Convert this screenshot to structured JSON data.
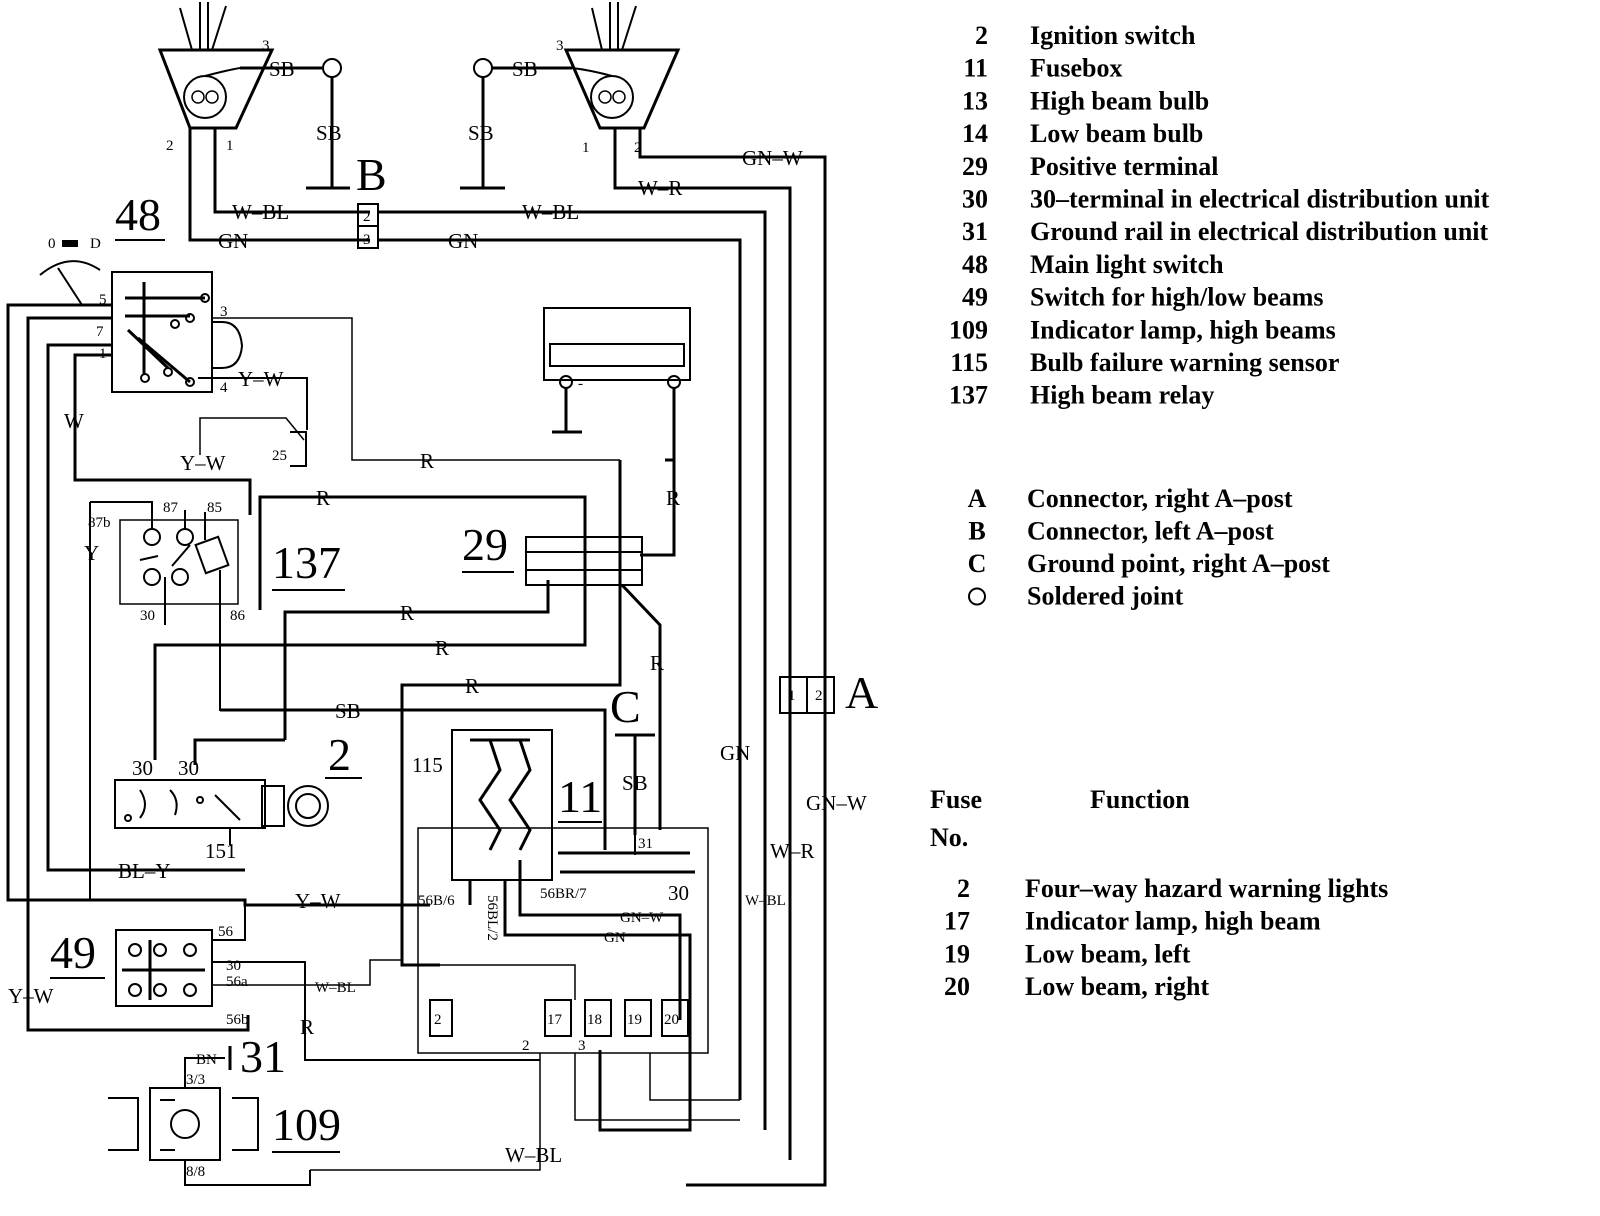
{
  "legend": [
    {
      "num": "2",
      "text": "Ignition switch"
    },
    {
      "num": "11",
      "text": "Fusebox"
    },
    {
      "num": "13",
      "text": "High beam bulb"
    },
    {
      "num": "14",
      "text": "Low beam bulb"
    },
    {
      "num": "29",
      "text": "Positive terminal"
    },
    {
      "num": "30",
      "text": "30–terminal in electrical distribution unit"
    },
    {
      "num": "31",
      "text": "Ground rail in electrical distribution unit"
    },
    {
      "num": "48",
      "text": "Main light switch"
    },
    {
      "num": "49",
      "text": "Switch for high/low beams"
    },
    {
      "num": "109",
      "text": "Indicator lamp, high beams"
    },
    {
      "num": "115",
      "text": "Bulb failure warning sensor"
    },
    {
      "num": "137",
      "text": "High beam relay"
    }
  ],
  "letter_legend": [
    {
      "key": "A",
      "text": "Connector, right A–post"
    },
    {
      "key": "B",
      "text": "Connector, left A–post"
    },
    {
      "key": "C",
      "text": "Ground point, right A–post"
    },
    {
      "key": "O",
      "text": "Soldered joint"
    }
  ],
  "fuse_table": {
    "header_fuse": "Fuse",
    "header_no": "No.",
    "header_function": "Function",
    "rows": [
      {
        "no": "2",
        "function": "Four–way hazard warning lights"
      },
      {
        "no": "17",
        "function": "Indicator lamp, high beam"
      },
      {
        "no": "19",
        "function": "Low beam, left"
      },
      {
        "no": "20",
        "function": "Low beam, right"
      }
    ]
  },
  "component_numbers": {
    "c48": "48",
    "c137": "137",
    "c29": "29",
    "c2": "2",
    "c11": "11",
    "c115": "115",
    "c49": "49",
    "c109": "109",
    "c31": "31"
  },
  "connectors": {
    "A": "A",
    "B": "B",
    "C": "C"
  },
  "wire_labels": {
    "sb": "SB",
    "wbl": "W–BL",
    "gn": "GN",
    "gnw": "GN–W",
    "wr": "W–R",
    "r": "R",
    "yw": "Y–W",
    "w": "W",
    "y": "Y",
    "bly": "BL–Y",
    "bn": "BN"
  },
  "pins": {
    "p2": "2",
    "p3": "3",
    "p1": "1",
    "p5": "5",
    "p7": "7",
    "p4": "4",
    "p25": "25",
    "p87": "87",
    "p87b": "87b",
    "p85": "85",
    "p86": "86",
    "p30": "30",
    "p56": "56",
    "p56a": "56a",
    "p56b": "56b",
    "p151": "151",
    "p56b6": "56B/6",
    "p56bl2": "56BL/2",
    "p56br7": "56BR/7",
    "p33": "3/3",
    "p88": "8/8",
    "f2": "2",
    "f17": "17",
    "f18": "18",
    "f19": "19",
    "f20": "20",
    "switch_off": "0",
    "switch_on": "D"
  }
}
